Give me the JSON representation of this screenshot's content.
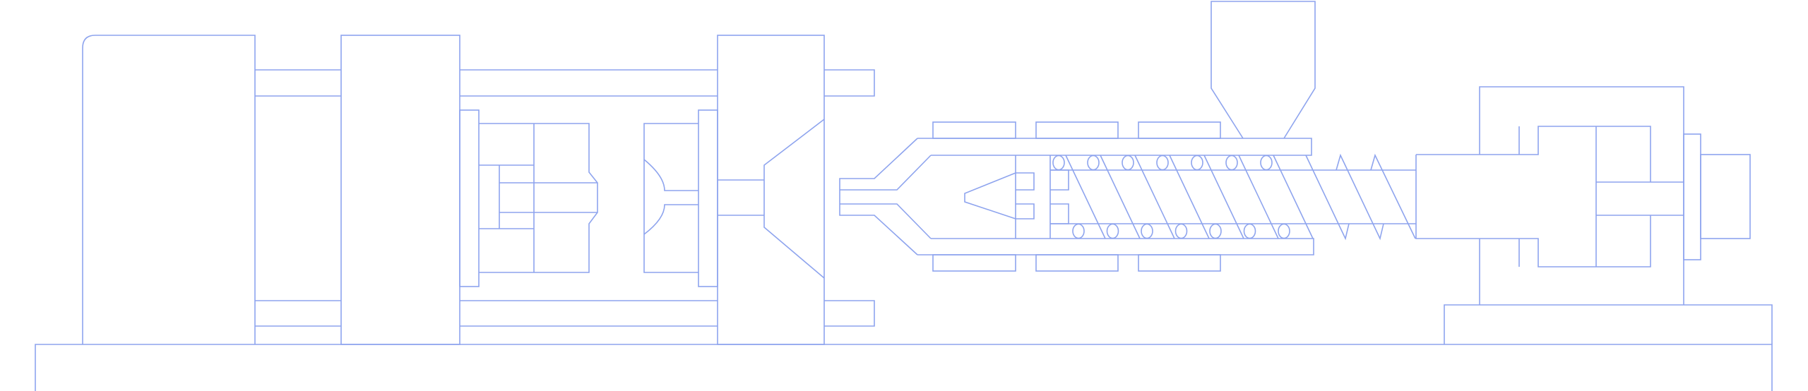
{
  "diagram": {
    "subject": "injection-molding-machine",
    "colors": {
      "line": "#8ea4ee",
      "background": "#ffffff"
    },
    "screw": {
      "upper_pellets": 7,
      "lower_pellets": 7,
      "flights_in_barrel": 7
    },
    "heater_bands_per_side": 3
  }
}
